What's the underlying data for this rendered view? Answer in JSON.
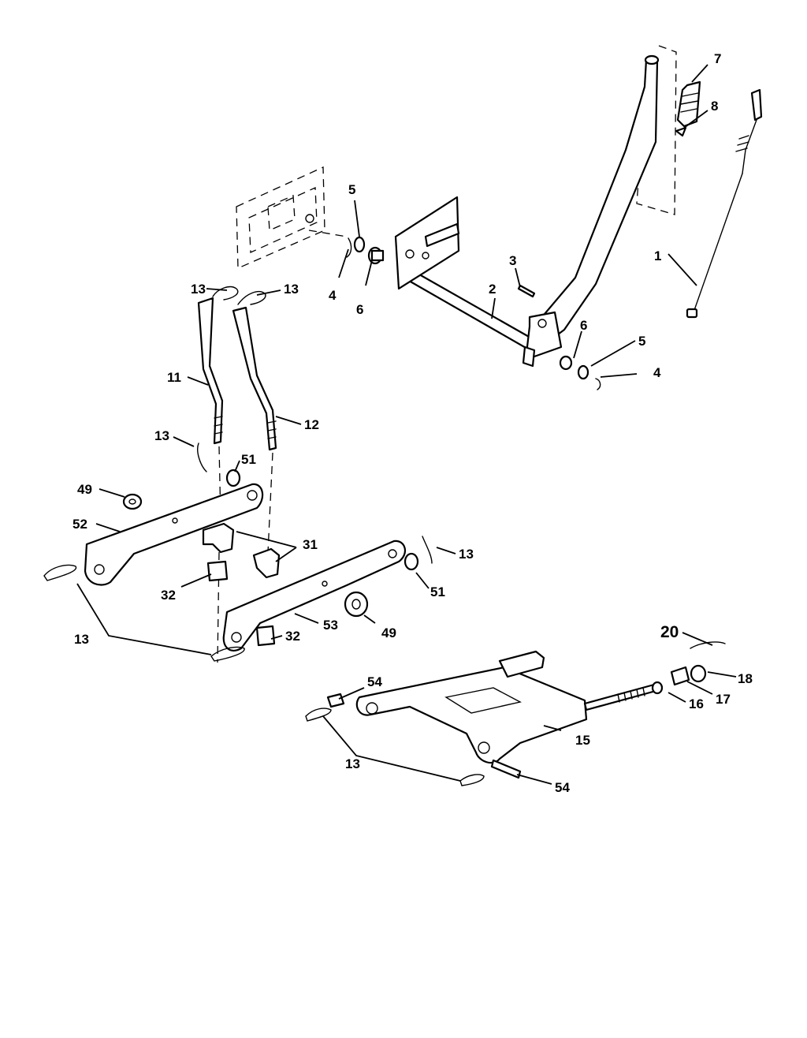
{
  "callouts": {
    "c1": "1",
    "c2": "2",
    "c3": "3",
    "c4a": "4",
    "c4b": "4",
    "c5a": "5",
    "c5b": "5",
    "c6a": "6",
    "c6b": "6",
    "c7": "7",
    "c8": "8",
    "c11": "11",
    "c12": "12",
    "c13a": "13",
    "c13b": "13",
    "c13c": "13",
    "c13d": "13",
    "c13e": "13",
    "c13f": "13",
    "c15": "15",
    "c16": "16",
    "c17": "17",
    "c18": "18",
    "c20": "20",
    "c31": "31",
    "c32a": "32",
    "c32b": "32",
    "c49a": "49",
    "c49b": "49",
    "c51a": "51",
    "c51b": "51",
    "c52": "52",
    "c53": "53",
    "c54a": "54",
    "c54b": "54"
  }
}
